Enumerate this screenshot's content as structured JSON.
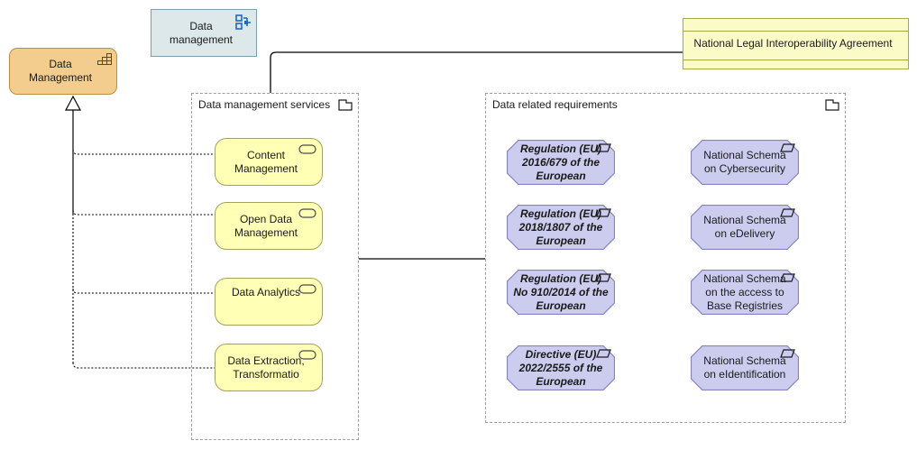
{
  "nodes": {
    "capability": {
      "label": "Data Management"
    },
    "view_reference": {
      "label": "Data management"
    },
    "contract": {
      "label": "National Legal Interoperability Agreement"
    }
  },
  "groups": {
    "services_group": {
      "label": "Data management services",
      "items": [
        "Content Management",
        "Open Data Management",
        "Data Analytics",
        "Data Extraction, Transformatio"
      ]
    },
    "requirements_group": {
      "label": "Data related requirements",
      "regulations": [
        "Regulation (EU) 2016/679 of the European",
        "Regulation (EU) 2018/1807 of the European",
        "Regulation (EU) No 910/2014 of the European",
        "Directive (EU) 2022/2555 of the European"
      ],
      "schemas": [
        "National Schema on Cybersecurity",
        "National Schema on eDelivery",
        "National Schema on the access to Base Registries",
        "National Schema on eIdentification"
      ]
    }
  },
  "colors": {
    "capability_fill": "#F2CD8D",
    "capability_border": "#BE8E3F",
    "view_fill": "#DCE8E9",
    "view_border": "#7E9EAE",
    "view_icon": "#1C6AC0",
    "contract_fill": "#FBFBC8",
    "contract_border": "#A8A84A",
    "service_fill": "#FFFFB5",
    "service_border": "#A2A25A",
    "requirement_fill": "#CCCCEF",
    "requirement_border": "#8282C4",
    "group_border": "#9C9C9C",
    "connector": "#000000"
  }
}
